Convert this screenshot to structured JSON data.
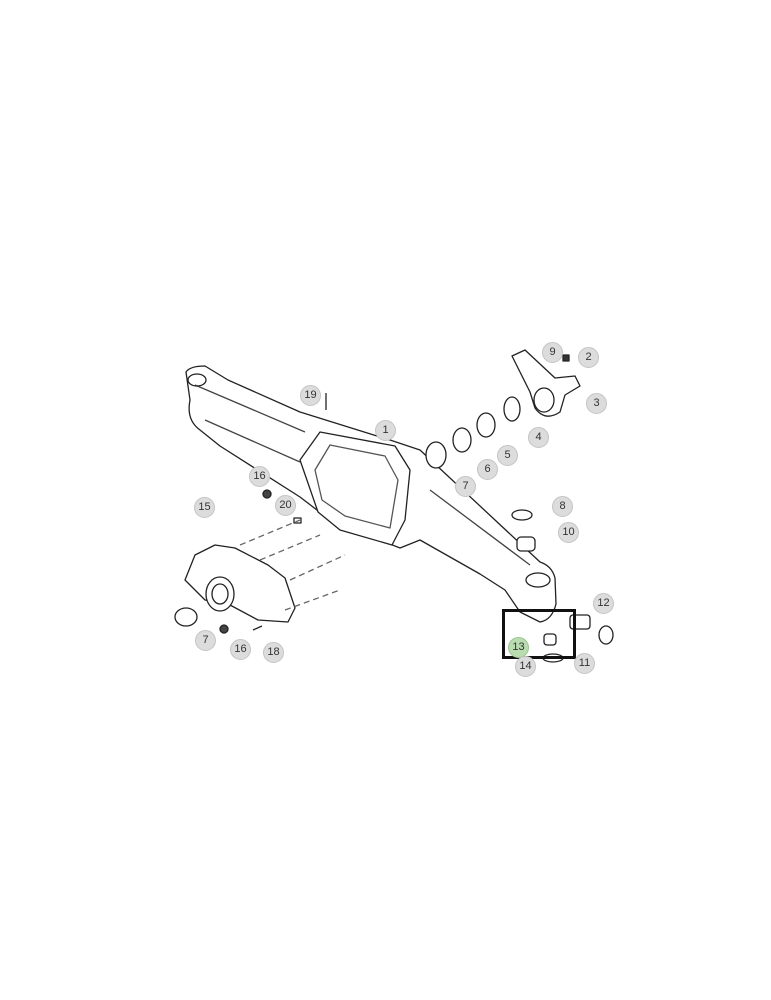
{
  "diagram": {
    "type": "exploded parts diagram",
    "highlight_color": "#b9dcb0",
    "highlighted_callout": "13",
    "callouts": [
      "19",
      "1",
      "9",
      "2",
      "3",
      "4",
      "5",
      "6",
      "7",
      "8",
      "10",
      "16",
      "20",
      "15",
      "12",
      "13",
      "11",
      "14",
      "7",
      "16",
      "18"
    ]
  }
}
